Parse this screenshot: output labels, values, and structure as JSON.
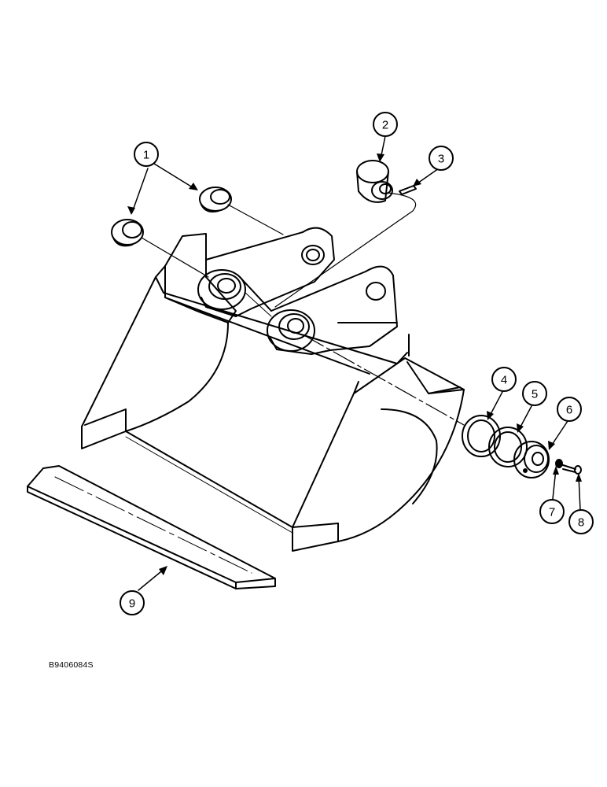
{
  "figure": {
    "code": "B9406084S"
  },
  "callouts": [
    {
      "id": "callout-1",
      "label": "1"
    },
    {
      "id": "callout-2",
      "label": "2"
    },
    {
      "id": "callout-3",
      "label": "3"
    },
    {
      "id": "callout-4",
      "label": "4"
    },
    {
      "id": "callout-5",
      "label": "5"
    },
    {
      "id": "callout-6",
      "label": "6"
    },
    {
      "id": "callout-7",
      "label": "7"
    },
    {
      "id": "callout-8",
      "label": "8"
    },
    {
      "id": "callout-9",
      "label": "9"
    }
  ]
}
